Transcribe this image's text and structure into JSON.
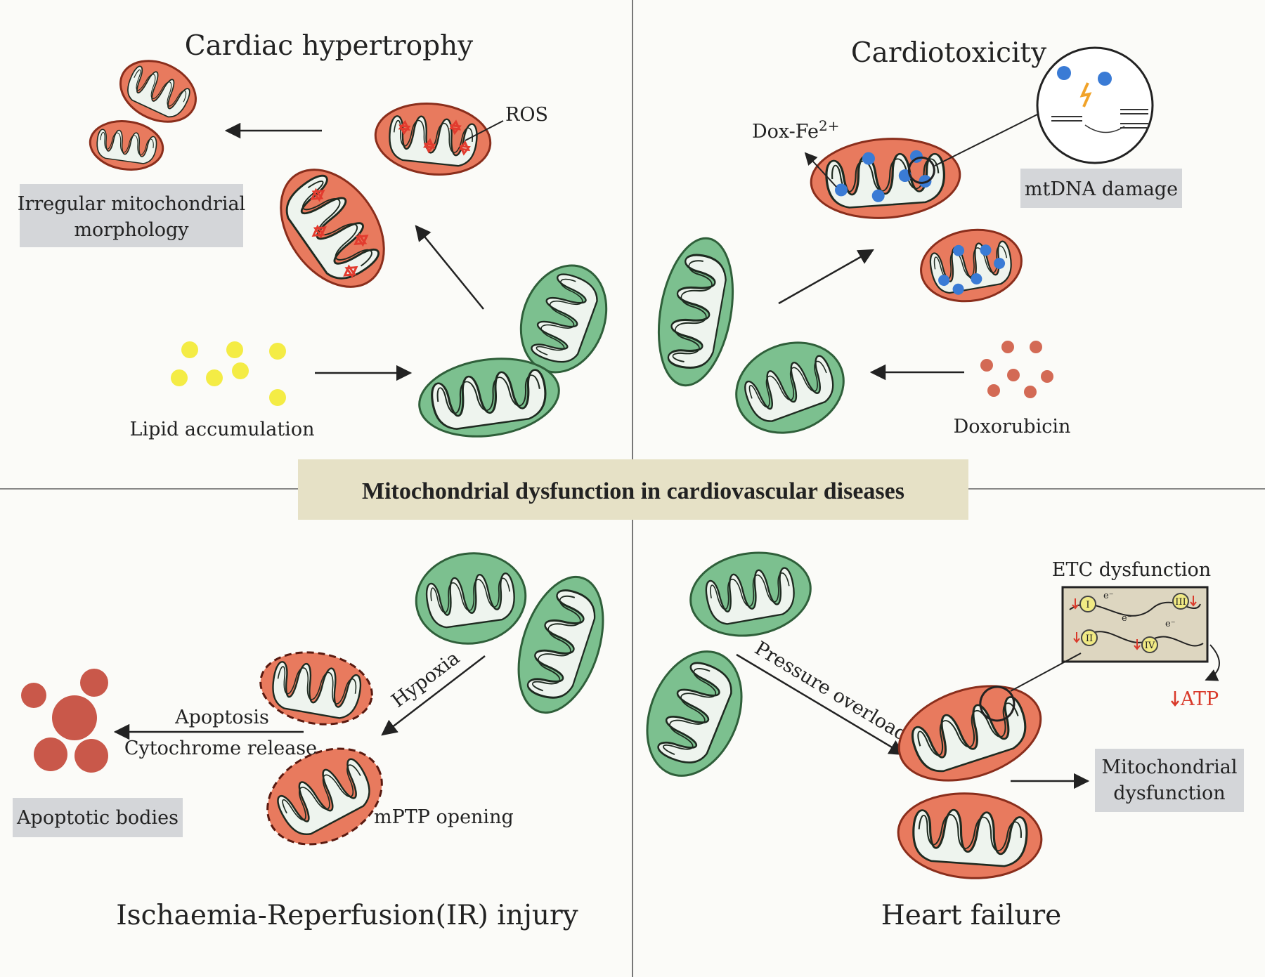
{
  "center_title": "Mitochondrial dysfunction in cardiovascular diseases",
  "quadrants": {
    "hypertrophy": {
      "title": "Cardiac hypertrophy",
      "ros": "ROS",
      "lipid": "Lipid accumulation",
      "box": [
        "Irregular mitochondrial",
        "morphology"
      ]
    },
    "cardiotoxicity": {
      "title": "Cardiotoxicity",
      "dox_fe": "Dox-Fe",
      "dox_fe_sup": "2+",
      "mtdna": "mtDNA damage",
      "doxorubicin": "Doxorubicin"
    },
    "ir_injury": {
      "title": "Ischaemia-Reperfusion(IR) injury",
      "hypoxia": "Hypoxia",
      "apoptosis": "Apoptosis",
      "cyto": "Cytochrome release",
      "mptp": "mPTP opening",
      "box": "Apoptotic bodies"
    },
    "heart_failure": {
      "title": "Heart failure",
      "pressure": "Pressure overload",
      "etc": "ETC dysfunction",
      "complexes": [
        "I",
        "II",
        "III",
        "IV"
      ],
      "electron": "e⁻",
      "atp": "ATP",
      "box": [
        "Mitochondrial",
        "dysfunction"
      ]
    }
  },
  "colors": {
    "green_fill": "#7cc08f",
    "green_stroke": "#2f5f3a",
    "red_fill": "#e87a5e",
    "red_stroke": "#8a2e1c",
    "gray_box": "#d4d6d9",
    "center_box": "#e6e1c6",
    "lipid": "#f4ec45",
    "dox_dot": "#d36a55",
    "fe_dot": "#3a7bd5",
    "ros_star": "#e23b2e",
    "atp_red": "#d93a2b"
  }
}
